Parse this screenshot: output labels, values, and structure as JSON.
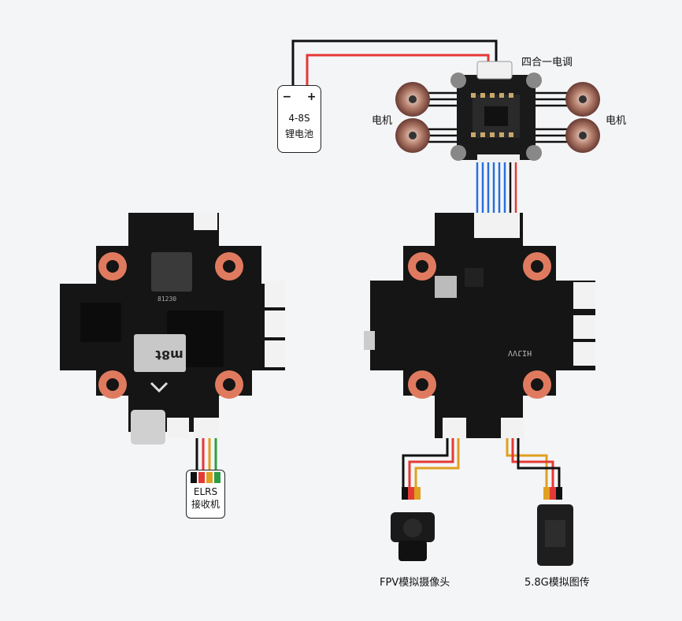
{
  "battery": {
    "minus": "−",
    "plus": "+",
    "spec": "4-8S",
    "name": "锂电池"
  },
  "esc": {
    "label": "四合一电调"
  },
  "motors": {
    "left_label": "电机",
    "right_label": "电机"
  },
  "elrs": {
    "line1": "ELRS",
    "line2": "接收机"
  },
  "camera": {
    "label": "FPV模拟摄像头"
  },
  "vtx": {
    "label": "5.8G模拟图传"
  },
  "fc_left": {
    "silk_chip": "m8t",
    "silk_text": "81230"
  },
  "fc_right": {
    "silk_text": "HIJVV"
  },
  "colors": {
    "pcb": "#151515",
    "pad": "#e07a5f",
    "wire_red": "#e53935",
    "wire_black": "#111111",
    "wire_yellow": "#e0a020",
    "wire_green": "#2e9e44",
    "wire_blue": "#2a6fdb",
    "connector": "#f2f2f2"
  }
}
